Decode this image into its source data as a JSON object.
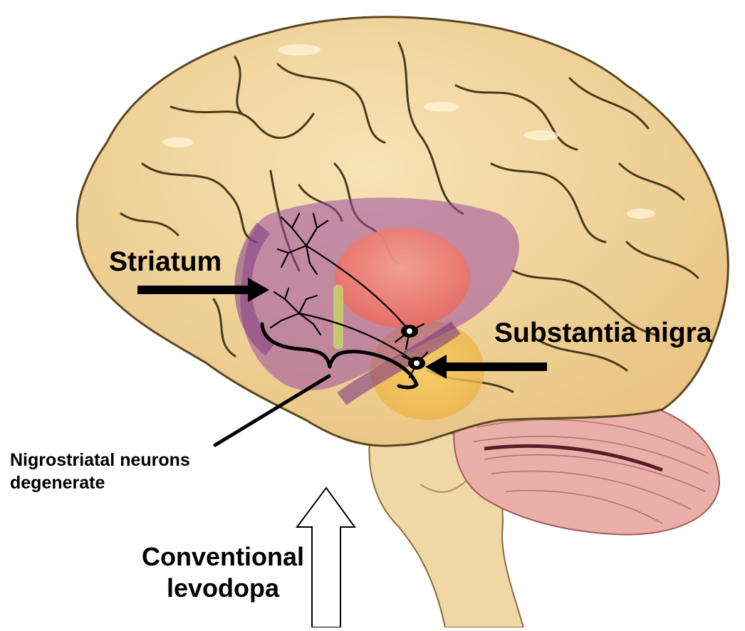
{
  "labels": {
    "striatum": "Striatum",
    "substantia_nigra": "Substantia nigra",
    "nigrostriatal_line1": "Nigrostriatal neurons",
    "nigrostriatal_line2": "degenerate",
    "levodopa_line1": "Conventional",
    "levodopa_line2": "levodopa"
  },
  "colors": {
    "cortex": "#f1d59c",
    "cortex_stroke": "#4a3a1c",
    "cerebellum": "#eab0a8",
    "brainstem": "#f0d8a6",
    "striatum_overlay": "#8a3f8e",
    "thalamus": "#ef7f72",
    "midbrain": "#f2be45",
    "neuron": "#000000",
    "arrow": "#000000"
  },
  "icons": {
    "levodopa_arrow": "hollow-up-arrow-icon",
    "striatum_arrow": "right-arrow-icon",
    "substantia_arrow": "left-arrow-icon"
  }
}
